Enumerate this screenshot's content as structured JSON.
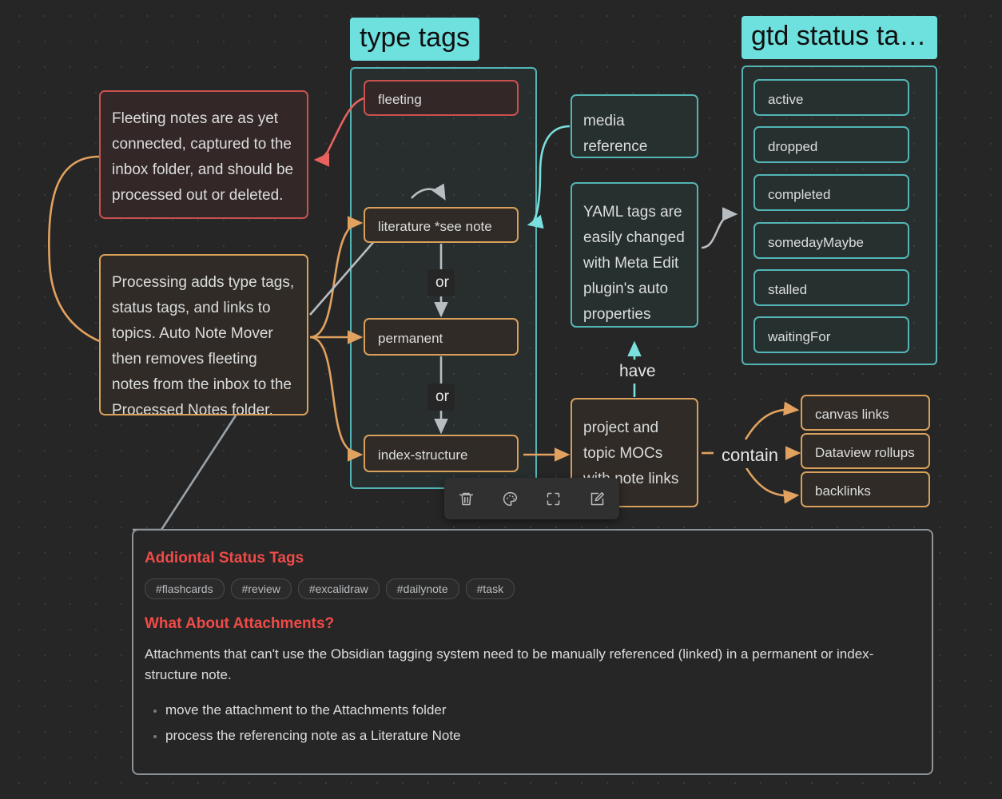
{
  "groups": [
    {
      "id": "type-tags",
      "label": "type tags"
    },
    {
      "id": "gtd-status",
      "label": "gtd status ta…"
    }
  ],
  "nodes": {
    "fleeting": "fleeting",
    "literature": "literature *see note",
    "permanent": "permanent",
    "index_structure": "index-structure",
    "fleeting_note": "Fleeting notes are as yet connected, captured to the inbox folder, and should be processed out or deleted.",
    "processing_note": "Processing adds type tags, status tags, and links to topics. Auto Note Mover then removes fleeting notes from the inbox to the Processed Notes folder.",
    "media_reference": "media reference",
    "yaml_note": "YAML tags are easily changed with Meta Edit plugin's auto properties",
    "mocs": "project and topic MOCs with note links",
    "canvas_links": "canvas links",
    "dataview_rollups": "Dataview rollups",
    "backlinks": "backlinks"
  },
  "gtd_status_tags": [
    "active",
    "dropped",
    "completed",
    "somedayMaybe",
    "stalled",
    "waitingFor"
  ],
  "edge_labels": {
    "or1": "or",
    "or2": "or",
    "have": "have",
    "contain": "contain"
  },
  "bottom_card": {
    "heading1": "Addiontal Status Tags",
    "tags": [
      "#flashcards",
      "#review",
      "#excalidraw",
      "#dailynote",
      "#task"
    ],
    "heading2": "What About Attachments?",
    "paragraph": "Attachments that can't use the Obsidian tagging system need to be manually referenced (linked) in a permanent or index-structure note.",
    "bullets": [
      "move the attachment to the Attachments folder",
      "process the referencing note as a Literature Note"
    ]
  },
  "toolbar": {
    "items": [
      {
        "name": "delete-icon",
        "label": "Delete"
      },
      {
        "name": "palette-icon",
        "label": "Set color"
      },
      {
        "name": "fit-frame-icon",
        "label": "Zoom to selection"
      },
      {
        "name": "edit-icon",
        "label": "Edit"
      }
    ]
  },
  "colors": {
    "background": "#262626",
    "dot_grid": "#3a3a3a",
    "cyan": "#53b5b5",
    "cyan_label": "#6ee0de",
    "orange": "#d8a05a",
    "red": "#c9514f",
    "grey": "#8c9499",
    "heading_red": "#ef4b48",
    "text": "#dcddde"
  }
}
